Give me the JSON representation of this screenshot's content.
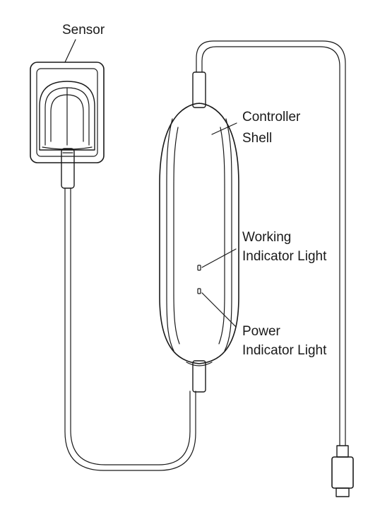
{
  "labels": {
    "sensor": "Sensor",
    "controller_shell_line1": "Controller",
    "controller_shell_line2": "Shell",
    "working_light_line1": "Working",
    "working_light_line2": "Indicator Light",
    "power_light_line1": "Power",
    "power_light_line2": "Indicator Light"
  },
  "colors": {
    "line": "#1a1a1a",
    "background": "#ffffff"
  }
}
